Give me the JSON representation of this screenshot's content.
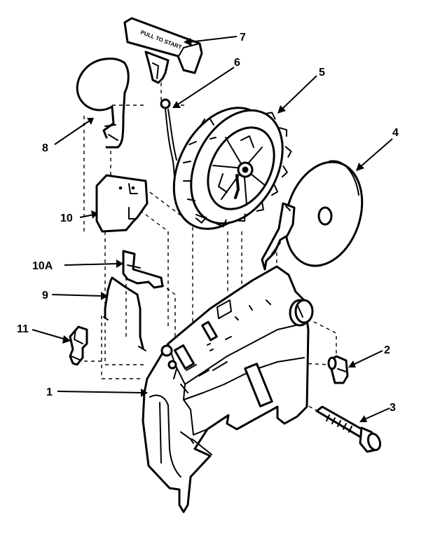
{
  "callouts": [
    {
      "id": "1",
      "text": "1"
    },
    {
      "id": "2",
      "text": "2"
    },
    {
      "id": "3",
      "text": "3"
    },
    {
      "id": "4",
      "text": "4"
    },
    {
      "id": "5",
      "text": "5"
    },
    {
      "id": "6",
      "text": "6"
    },
    {
      "id": "7",
      "text": "7"
    },
    {
      "id": "8",
      "text": "8"
    },
    {
      "id": "9",
      "text": "9"
    },
    {
      "id": "10",
      "text": "10"
    },
    {
      "id": "10A",
      "text": "10A"
    },
    {
      "id": "11",
      "text": "11"
    }
  ],
  "handle_text": "PULL TO START"
}
